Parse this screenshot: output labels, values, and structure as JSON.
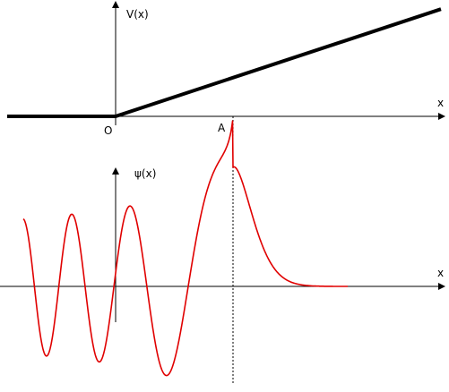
{
  "potential_plot": {
    "axis_x_label": "x",
    "axis_y_label": "V(x)",
    "origin_label": "O",
    "turning_point_label": "A",
    "line_color": "#000000",
    "potential": {
      "flat_value": 0,
      "slope": 0.33
    }
  },
  "wavefunction_plot": {
    "axis_x_label": "x",
    "axis_y_label": "ψ(x)",
    "curve_color": "#e00000",
    "turning_point_line": "dashed"
  }
}
